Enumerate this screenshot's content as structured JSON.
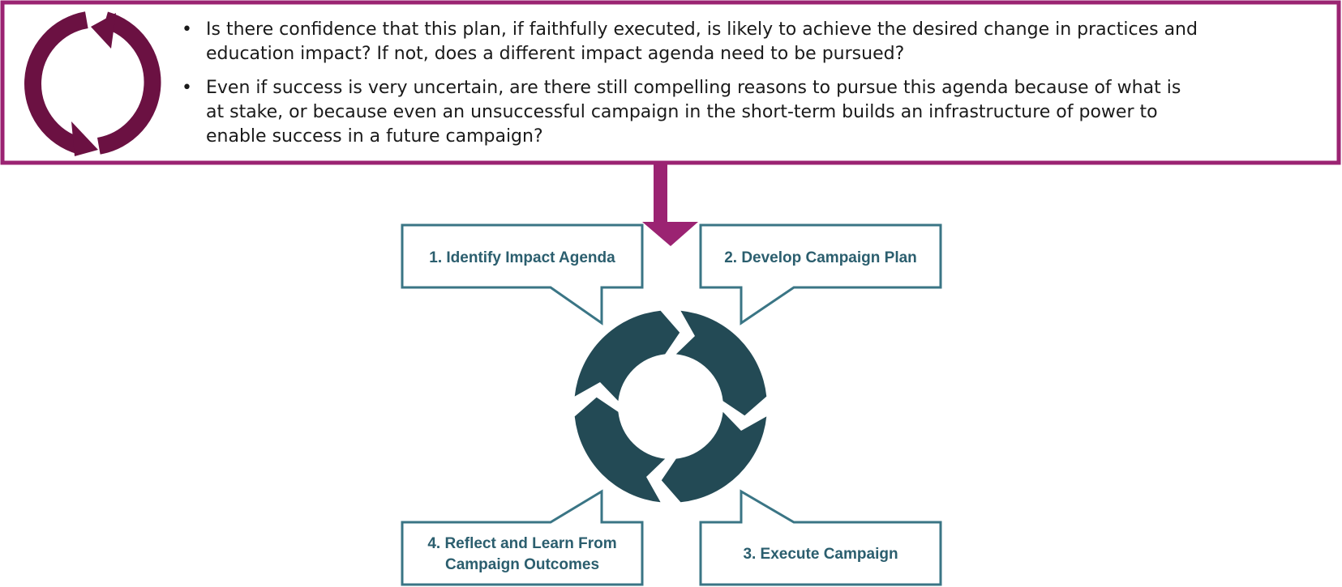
{
  "colors": {
    "accent": "#9b2372",
    "cycle_icon": "#6b1142",
    "teal": "#234a55",
    "callout_border": "#3a7585",
    "step_text": "#2b5e6e"
  },
  "icons": {
    "cycle": "refresh-cycle-icon",
    "down_arrow": "down-arrow-icon"
  },
  "questions": [
    {
      "lines": [
        "Is there confidence that this plan, if faithfully executed, is likely to achieve the desired change in practices and",
        "education impact? If not, does a different impact agenda need to be pursued?"
      ]
    },
    {
      "lines": [
        "Even if success is very uncertain, are there still compelling reasons to pursue this agenda because of what is",
        "at stake, or because even an unsuccessful campaign in the short-term builds an infrastructure of power to",
        "enable success in a future campaign?"
      ]
    }
  ],
  "steps": [
    {
      "lines": [
        "1. Identify Impact Agenda"
      ]
    },
    {
      "lines": [
        "2. Develop Campaign Plan"
      ]
    },
    {
      "lines": [
        "3. Execute Campaign"
      ]
    },
    {
      "lines": [
        "4. Reflect and Learn From",
        "Campaign Outcomes"
      ]
    }
  ]
}
